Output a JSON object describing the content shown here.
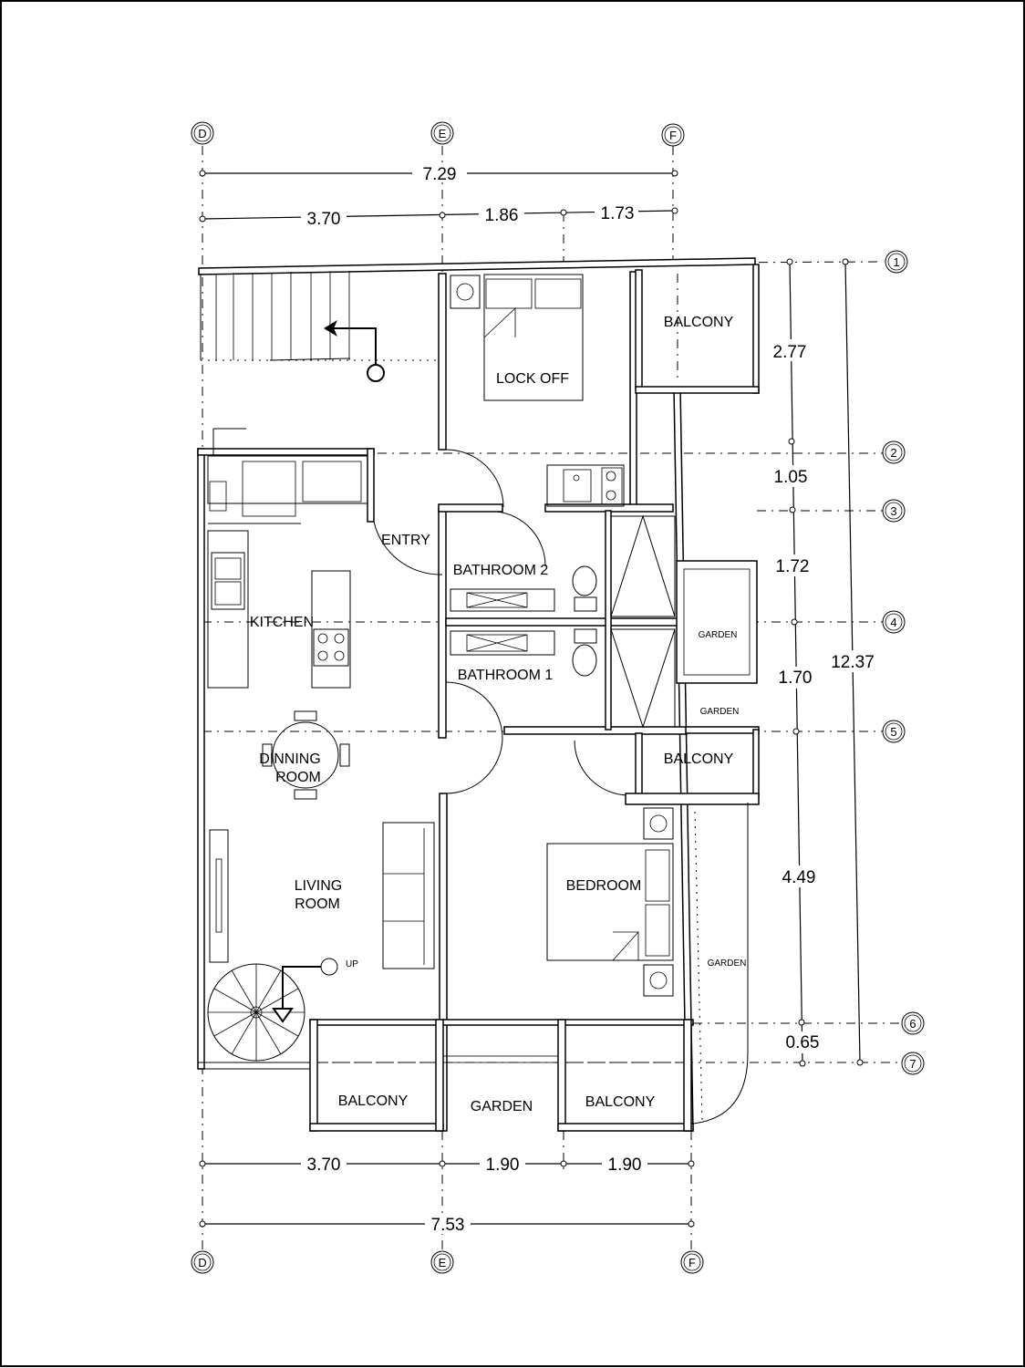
{
  "rooms": {
    "lock_off": "LOCK OFF",
    "balcony_top": "BALCONY",
    "entry": "ENTRY",
    "bathroom_2": "BATHROOM 2",
    "bathroom_1": "BATHROOM 1",
    "kitchen": "KITCHEN",
    "garden_mid": "GARDEN",
    "garden_small": "GARDEN",
    "balcony_mid": "BALCONY",
    "dinning_line1": "DINNING",
    "dinning_line2": "ROOM",
    "living_line1": "LIVING",
    "living_line2": "ROOM",
    "bedroom": "BEDROOM",
    "garden_right": "GARDEN",
    "balcony_bottom_left": "BALCONY",
    "garden_bottom": "GARDEN",
    "balcony_bottom_right": "BALCONY",
    "stair_up": "UP"
  },
  "axes": {
    "top": [
      "D",
      "E",
      "F"
    ],
    "bottom": [
      "D",
      "E",
      "F"
    ],
    "right": [
      "1",
      "2",
      "3",
      "4",
      "5",
      "6",
      "7"
    ]
  },
  "dimensions": {
    "top_total": "7.29",
    "top_segments": [
      "3.70",
      "1.86",
      "1.73"
    ],
    "bottom_segments": [
      "3.70",
      "1.90",
      "1.90"
    ],
    "bottom_total": "7.53",
    "right_segments": [
      "2.77",
      "1.05",
      "1.72",
      "1.70",
      "4.49",
      "0.65"
    ],
    "right_total": "12.37"
  }
}
